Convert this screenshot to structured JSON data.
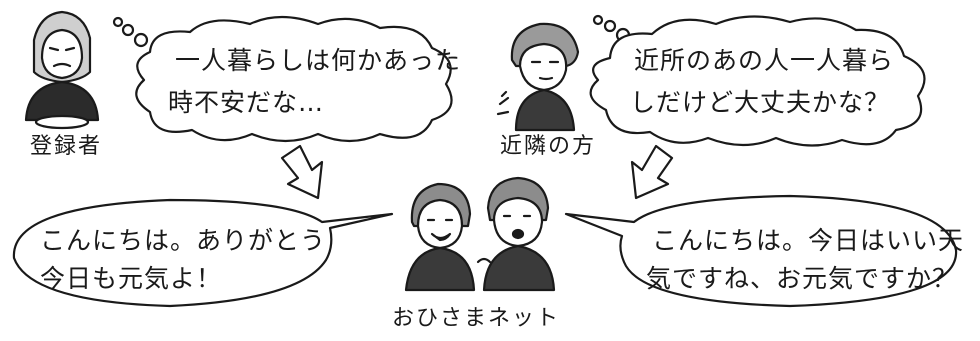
{
  "figures": {
    "registrant": {
      "label": "登録者"
    },
    "neighbor": {
      "label": "近隣の方"
    },
    "ohisama": {
      "label": "おひさまネット"
    }
  },
  "thoughts": {
    "registrant": {
      "line1": "一人暮らしは何かあった",
      "line2": "時不安だな…"
    },
    "neighbor": {
      "line1": "近所のあの人一人暮ら",
      "line2": "しだけど大丈夫かな？"
    }
  },
  "speech": {
    "left": {
      "line1": "こんにちは。ありがとう",
      "line2": "今日も元気よ！"
    },
    "right": {
      "line1": "こんにちは。今日はいい天",
      "line2": "気ですね、お元気ですか？"
    }
  }
}
